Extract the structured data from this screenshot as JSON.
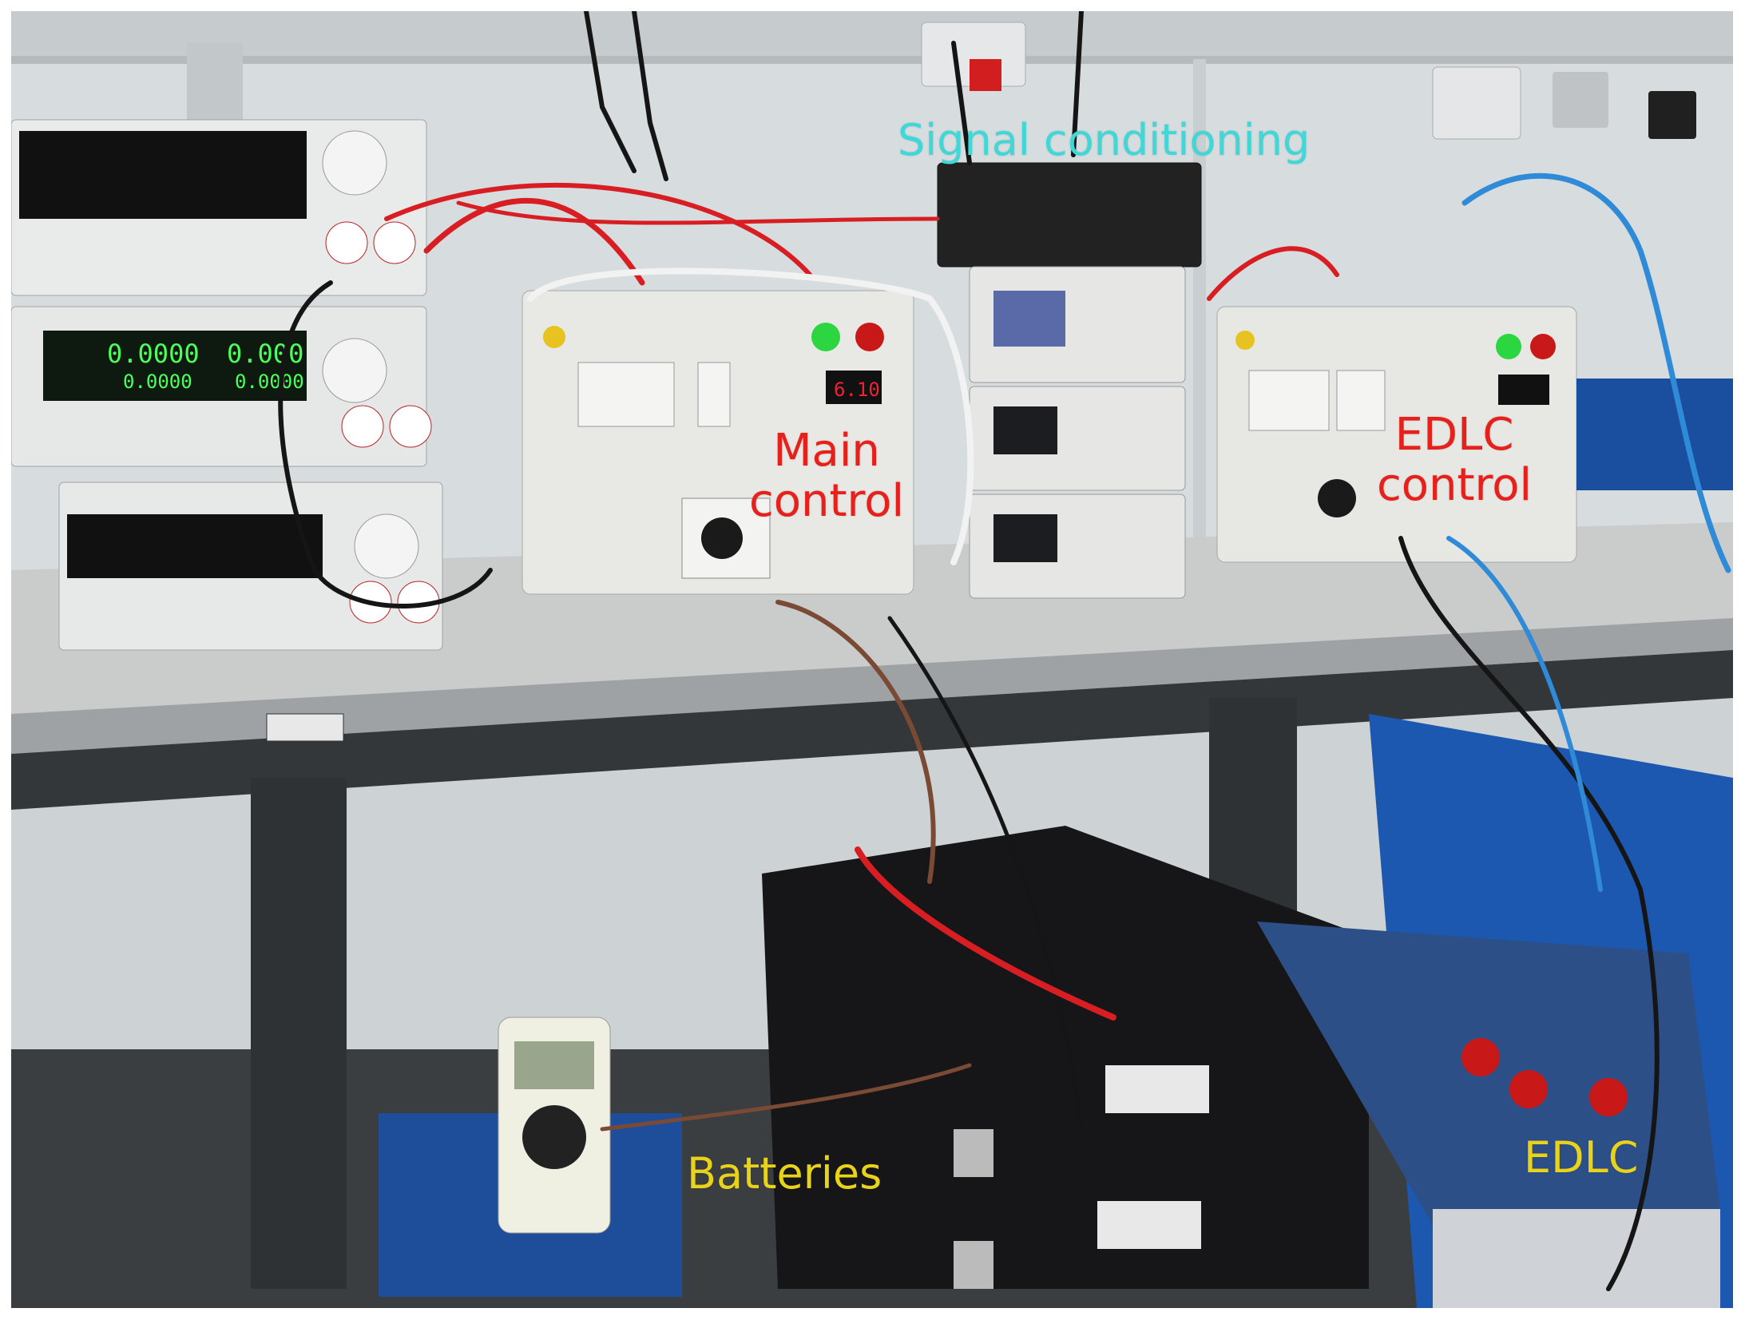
{
  "photo_description_alt": "",
  "labels": {
    "signal_conditioning": "Signal conditioning",
    "main_control": "Main\ncontrol",
    "edlc_control": "EDLC\ncontrol",
    "batteries": "Batteries",
    "edlc": "EDLC"
  },
  "display_readings": {
    "load_top_left": "0.0000",
    "load_top_right": "0.000",
    "load_bottom_left": "0.0000",
    "load_bottom_right": "0.0000",
    "main_meter": "6.10"
  },
  "colors": {
    "signal_label": "#3fd8d6",
    "control_label": "#e8201c",
    "device_label": "#e8d21a",
    "wall": "#d9dde0",
    "bench": "#c9ccc9",
    "bench_frame": "#3a3d40",
    "enclosure": "#e9eae6",
    "battery": "#1a1a1c",
    "edlc_box": "#1f5fb8",
    "lcd_green": "#4dff5a",
    "wire_red": "#d81e22",
    "wire_black": "#151515",
    "wire_blue": "#2f8ad8"
  }
}
